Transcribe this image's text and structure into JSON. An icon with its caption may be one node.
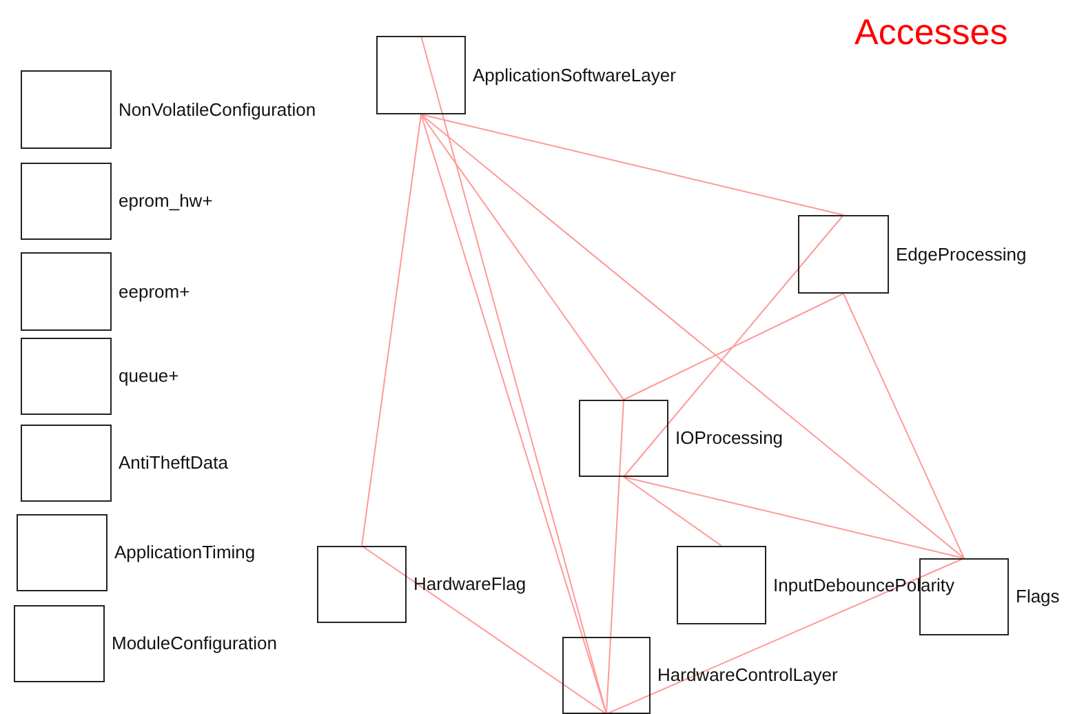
{
  "diagram": {
    "title": "Accesses",
    "nodes": [
      {
        "text": [
          "NonVolatileConfiguration"
        ]
      },
      {
        "text": [
          "eprom_hw+"
        ]
      },
      {
        "text": [
          "eeprom+"
        ]
      },
      {
        "text": [
          "queue+"
        ]
      },
      {
        "text": [
          "AntiTheftData"
        ]
      },
      {
        "text": [
          "ApplicationTiming"
        ]
      },
      {
        "text": [
          "ModuleConfiguration"
        ]
      },
      {
        "text": [
          "ApplicationSoftwareLayer"
        ]
      },
      {
        "text": [
          "EdgeProcessing"
        ]
      },
      {
        "text": [
          "IOProcessing"
        ]
      },
      {
        "text": [
          "HardwareFlag"
        ]
      },
      {
        "text": [
          "InputDebouncePolarity"
        ]
      },
      {
        "text": [
          "Flags"
        ]
      },
      {
        "text": [
          "HardwareControlLayer"
        ]
      }
    ],
    "edges": [
      {
        "from": 7,
        "to": 10,
        "arrow": "none"
      },
      {
        "from": 7,
        "to": 8,
        "arrow": "none"
      },
      {
        "from": 7,
        "to": 9,
        "arrow": "none"
      },
      {
        "from": 7,
        "to": 12,
        "arrow": "none"
      },
      {
        "from": 7,
        "to": 13,
        "arrow": "none"
      },
      {
        "from": 7,
        "to": 13,
        "arrow": "none"
      },
      {
        "from": 8,
        "to": 9,
        "arrow": "none"
      },
      {
        "from": 8,
        "to": 9,
        "arrow": "none"
      },
      {
        "from": 8,
        "to": 12,
        "arrow": "none"
      },
      {
        "from": 9,
        "to": 11,
        "arrow": "none"
      },
      {
        "from": 9,
        "to": 12,
        "arrow": "none"
      },
      {
        "from": 9,
        "to": 13,
        "arrow": "none"
      },
      {
        "from": 10,
        "to": 13,
        "arrow": "none"
      },
      {
        "from": 12,
        "to": 13,
        "arrow": "none"
      }
    ]
  }
}
